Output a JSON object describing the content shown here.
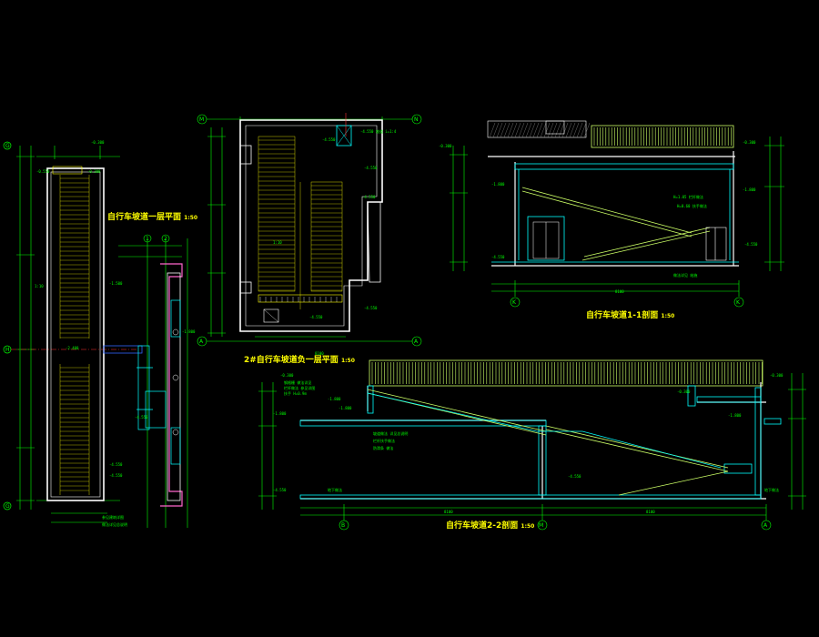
{
  "drawing": {
    "background": "#000000",
    "colors": {
      "wall": "#ffffff",
      "cyan": "#00ffff",
      "green": "#00ff00",
      "yellow": "#ffff00",
      "lime": "#ccff66",
      "magenta": "#ff66cc",
      "blue": "#3366ff",
      "red": "#ff3333"
    },
    "titles": {
      "plan_ramp_1f": "自行车坡道一层平面",
      "plan_ramp_1f_scale": "1:50",
      "plan_ramp2_1f": "2#自行车坡道负一层平面",
      "plan_ramp2_1f_scale": "1:50",
      "section_1_1": "自行车坡道1-1剖面",
      "section_1_1_scale": "1:50",
      "section_2_2": "自行车坡道2-2剖面",
      "section_2_2_scale": "1:50"
    },
    "grid_labels": {
      "left_plan": [
        "G",
        "H",
        "G"
      ],
      "mid_plan_top": [
        "M",
        "N"
      ],
      "mid_plan_bottom": [
        "A",
        "A"
      ],
      "mid_plan_side": [
        "1",
        "2"
      ],
      "section1_bottom": [
        "K",
        "K"
      ],
      "section2_bottom": [
        "B",
        "M",
        "A"
      ]
    }
  }
}
